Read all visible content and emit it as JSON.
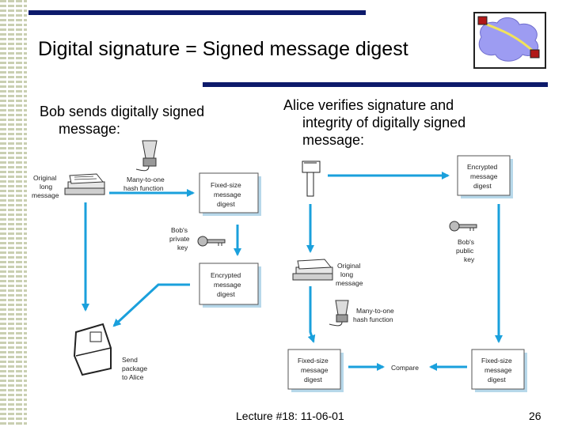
{
  "slide": {
    "title": "Digital signature = Signed message digest",
    "left_heading_line1": "Bob sends digitally signed",
    "left_heading_line2": "message:",
    "right_heading_line1": "Alice verifies signature and",
    "right_heading_line2": "integrity of digitally signed",
    "right_heading_line3": "message:",
    "footer_center": "Lecture #18: 11-06-01",
    "page_number": "26"
  },
  "bob_diagram": {
    "original_message": [
      "Original",
      "long",
      "message"
    ],
    "hash_function": [
      "Many-to-one",
      "hash function"
    ],
    "fixed_digest": [
      "Fixed-size",
      "message",
      "digest"
    ],
    "private_key": [
      "Bob's",
      "private",
      "key"
    ],
    "encrypted_digest": [
      "Encrypted",
      "message",
      "digest"
    ],
    "send_package": [
      "Send",
      "package",
      "to Alice"
    ]
  },
  "alice_diagram": {
    "encrypted_digest": [
      "Encrypted",
      "message",
      "digest"
    ],
    "public_key": [
      "Bob's",
      "public",
      "key"
    ],
    "original_message": [
      "Original",
      "long",
      "message"
    ],
    "hash_function": [
      "Many-to-one",
      "hash function"
    ],
    "fixed_digest_left": [
      "Fixed-size",
      "message",
      "digest"
    ],
    "compare": "Compare",
    "fixed_digest_right": [
      "Fixed-size",
      "message",
      "digest"
    ]
  },
  "colors": {
    "arrow": "#1aa0dc",
    "bar": "#0d1a6b",
    "box_shadow": "#b7d8ea"
  }
}
